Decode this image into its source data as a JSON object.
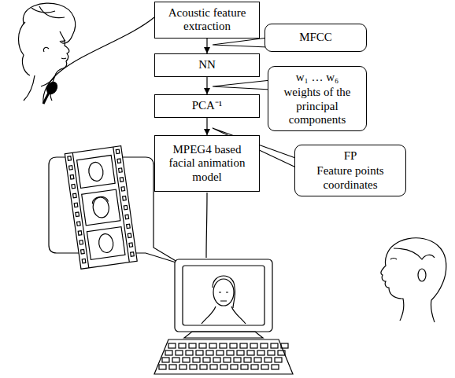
{
  "diagram": {
    "nodes": [
      {
        "text": [
          "Acoustic feature extraction"
        ]
      },
      {
        "text": [
          "NN"
        ]
      },
      {
        "text": [
          "PCA⁻¹"
        ]
      },
      {
        "text": [
          "MPEG4 based facial animation model"
        ]
      },
      {
        "text": [
          "MFCC"
        ]
      },
      {
        "text": [
          "w₁ … w₆",
          "weights of the principal components"
        ]
      },
      {
        "text": [
          "FP",
          "Feature points coordinates"
        ]
      }
    ],
    "edges": [
      {
        "from": 0,
        "to": 1,
        "arrow": "to"
      },
      {
        "from": 1,
        "to": 2,
        "arrow": "to"
      },
      {
        "from": 2,
        "to": 3,
        "arrow": "to"
      }
    ]
  }
}
